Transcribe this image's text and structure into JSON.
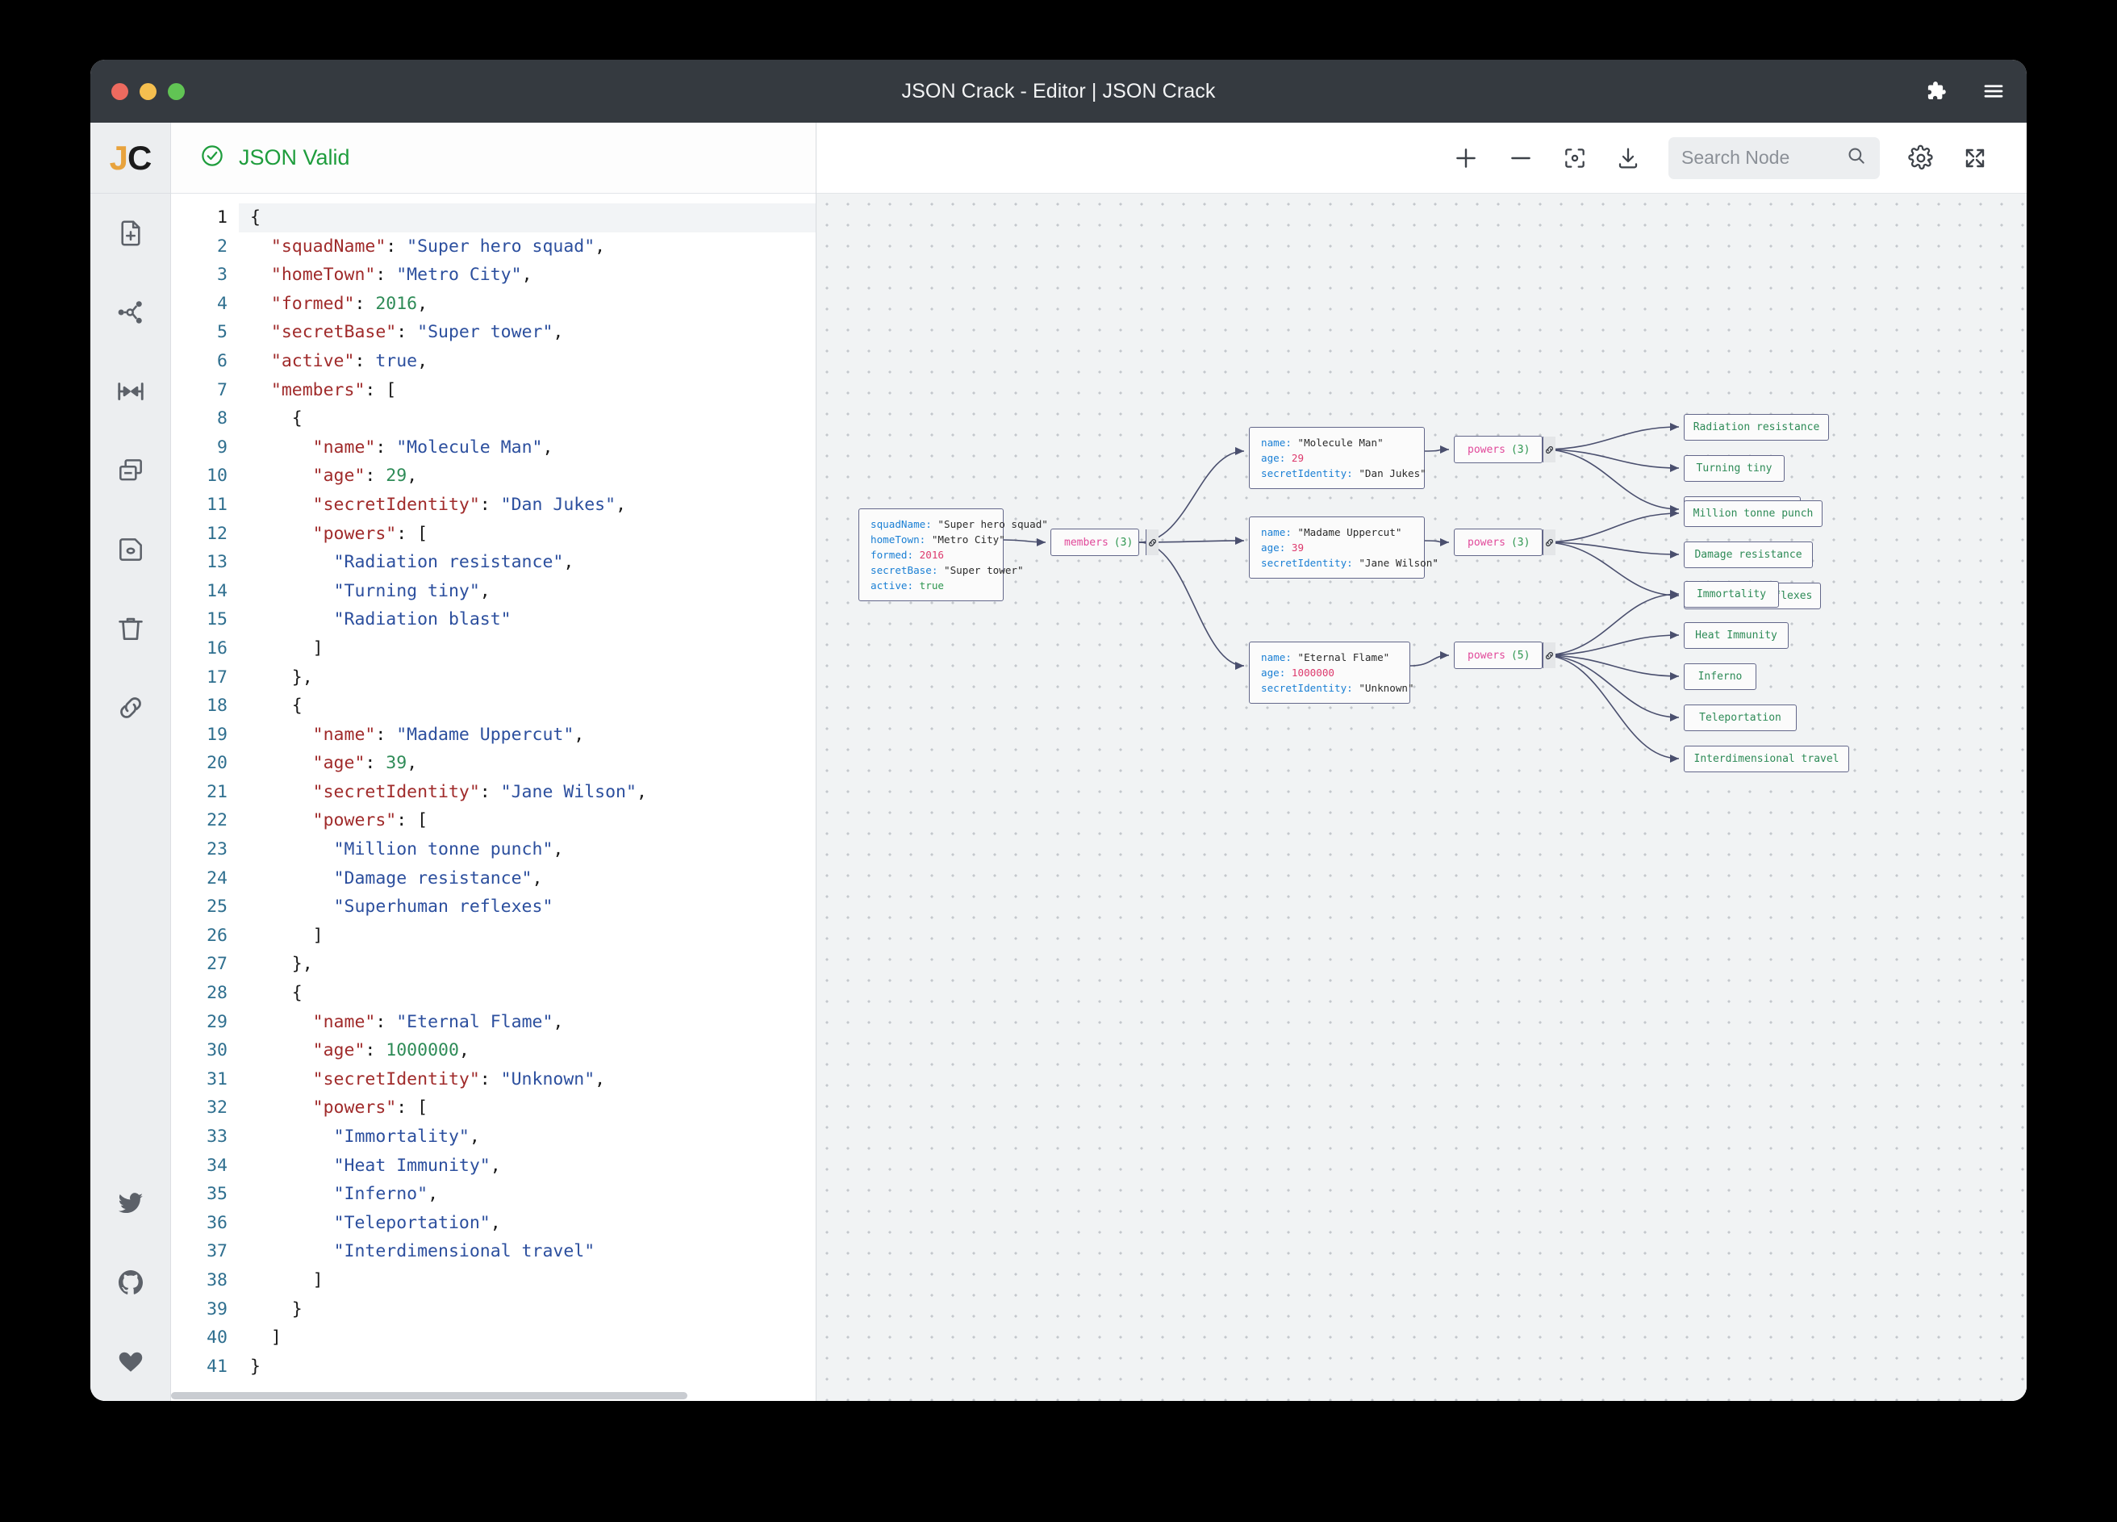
{
  "window": {
    "title": "JSON Crack - Editor | JSON Crack",
    "traffic": [
      "close",
      "minimize",
      "maximize"
    ],
    "right_icons": [
      "puzzle-icon",
      "hamburger-menu-icon"
    ]
  },
  "rail": {
    "logo": {
      "first": "J",
      "second": "C"
    },
    "items": [
      {
        "name": "new-file-icon",
        "label": "New File"
      },
      {
        "name": "share-graph-icon",
        "label": "Share"
      },
      {
        "name": "collapse-horizontal-icon",
        "label": "Collapse"
      },
      {
        "name": "clone-window-icon",
        "label": "Clone"
      },
      {
        "name": "save-disk-icon",
        "label": "Save"
      },
      {
        "name": "trash-icon",
        "label": "Delete"
      },
      {
        "name": "link-icon",
        "label": "Link"
      }
    ],
    "social": [
      {
        "name": "twitter-icon",
        "label": "Twitter"
      },
      {
        "name": "github-icon",
        "label": "GitHub"
      },
      {
        "name": "heart-icon",
        "label": "Sponsor"
      }
    ]
  },
  "editor": {
    "status": "JSON Valid",
    "status_icon": "check-circle-icon",
    "status_color": "#1f9d3d",
    "line_count": 41,
    "active_line": 1,
    "lines": [
      {
        "n": 1,
        "tokens": [
          {
            "t": "p",
            "v": "{"
          }
        ]
      },
      {
        "n": 2,
        "tokens": [
          {
            "t": "p",
            "v": "  "
          },
          {
            "t": "k",
            "v": "\"squadName\""
          },
          {
            "t": "p",
            "v": ": "
          },
          {
            "t": "s",
            "v": "\"Super hero squad\""
          },
          {
            "t": "p",
            "v": ","
          }
        ]
      },
      {
        "n": 3,
        "tokens": [
          {
            "t": "p",
            "v": "  "
          },
          {
            "t": "k",
            "v": "\"homeTown\""
          },
          {
            "t": "p",
            "v": ": "
          },
          {
            "t": "s",
            "v": "\"Metro City\""
          },
          {
            "t": "p",
            "v": ","
          }
        ]
      },
      {
        "n": 4,
        "tokens": [
          {
            "t": "p",
            "v": "  "
          },
          {
            "t": "k",
            "v": "\"formed\""
          },
          {
            "t": "p",
            "v": ": "
          },
          {
            "t": "n",
            "v": "2016"
          },
          {
            "t": "p",
            "v": ","
          }
        ]
      },
      {
        "n": 5,
        "tokens": [
          {
            "t": "p",
            "v": "  "
          },
          {
            "t": "k",
            "v": "\"secretBase\""
          },
          {
            "t": "p",
            "v": ": "
          },
          {
            "t": "s",
            "v": "\"Super tower\""
          },
          {
            "t": "p",
            "v": ","
          }
        ]
      },
      {
        "n": 6,
        "tokens": [
          {
            "t": "p",
            "v": "  "
          },
          {
            "t": "k",
            "v": "\"active\""
          },
          {
            "t": "p",
            "v": ": "
          },
          {
            "t": "b",
            "v": "true"
          },
          {
            "t": "p",
            "v": ","
          }
        ]
      },
      {
        "n": 7,
        "tokens": [
          {
            "t": "p",
            "v": "  "
          },
          {
            "t": "k",
            "v": "\"members\""
          },
          {
            "t": "p",
            "v": ": ["
          }
        ]
      },
      {
        "n": 8,
        "tokens": [
          {
            "t": "p",
            "v": "    {"
          }
        ]
      },
      {
        "n": 9,
        "tokens": [
          {
            "t": "p",
            "v": "      "
          },
          {
            "t": "k",
            "v": "\"name\""
          },
          {
            "t": "p",
            "v": ": "
          },
          {
            "t": "s",
            "v": "\"Molecule Man\""
          },
          {
            "t": "p",
            "v": ","
          }
        ]
      },
      {
        "n": 10,
        "tokens": [
          {
            "t": "p",
            "v": "      "
          },
          {
            "t": "k",
            "v": "\"age\""
          },
          {
            "t": "p",
            "v": ": "
          },
          {
            "t": "n",
            "v": "29"
          },
          {
            "t": "p",
            "v": ","
          }
        ]
      },
      {
        "n": 11,
        "tokens": [
          {
            "t": "p",
            "v": "      "
          },
          {
            "t": "k",
            "v": "\"secretIdentity\""
          },
          {
            "t": "p",
            "v": ": "
          },
          {
            "t": "s",
            "v": "\"Dan Jukes\""
          },
          {
            "t": "p",
            "v": ","
          }
        ]
      },
      {
        "n": 12,
        "tokens": [
          {
            "t": "p",
            "v": "      "
          },
          {
            "t": "k",
            "v": "\"powers\""
          },
          {
            "t": "p",
            "v": ": ["
          }
        ]
      },
      {
        "n": 13,
        "tokens": [
          {
            "t": "p",
            "v": "        "
          },
          {
            "t": "s",
            "v": "\"Radiation resistance\""
          },
          {
            "t": "p",
            "v": ","
          }
        ]
      },
      {
        "n": 14,
        "tokens": [
          {
            "t": "p",
            "v": "        "
          },
          {
            "t": "s",
            "v": "\"Turning tiny\""
          },
          {
            "t": "p",
            "v": ","
          }
        ]
      },
      {
        "n": 15,
        "tokens": [
          {
            "t": "p",
            "v": "        "
          },
          {
            "t": "s",
            "v": "\"Radiation blast\""
          }
        ]
      },
      {
        "n": 16,
        "tokens": [
          {
            "t": "p",
            "v": "      ]"
          }
        ]
      },
      {
        "n": 17,
        "tokens": [
          {
            "t": "p",
            "v": "    },"
          }
        ]
      },
      {
        "n": 18,
        "tokens": [
          {
            "t": "p",
            "v": "    {"
          }
        ]
      },
      {
        "n": 19,
        "tokens": [
          {
            "t": "p",
            "v": "      "
          },
          {
            "t": "k",
            "v": "\"name\""
          },
          {
            "t": "p",
            "v": ": "
          },
          {
            "t": "s",
            "v": "\"Madame Uppercut\""
          },
          {
            "t": "p",
            "v": ","
          }
        ]
      },
      {
        "n": 20,
        "tokens": [
          {
            "t": "p",
            "v": "      "
          },
          {
            "t": "k",
            "v": "\"age\""
          },
          {
            "t": "p",
            "v": ": "
          },
          {
            "t": "n",
            "v": "39"
          },
          {
            "t": "p",
            "v": ","
          }
        ]
      },
      {
        "n": 21,
        "tokens": [
          {
            "t": "p",
            "v": "      "
          },
          {
            "t": "k",
            "v": "\"secretIdentity\""
          },
          {
            "t": "p",
            "v": ": "
          },
          {
            "t": "s",
            "v": "\"Jane Wilson\""
          },
          {
            "t": "p",
            "v": ","
          }
        ]
      },
      {
        "n": 22,
        "tokens": [
          {
            "t": "p",
            "v": "      "
          },
          {
            "t": "k",
            "v": "\"powers\""
          },
          {
            "t": "p",
            "v": ": ["
          }
        ]
      },
      {
        "n": 23,
        "tokens": [
          {
            "t": "p",
            "v": "        "
          },
          {
            "t": "s",
            "v": "\"Million tonne punch\""
          },
          {
            "t": "p",
            "v": ","
          }
        ]
      },
      {
        "n": 24,
        "tokens": [
          {
            "t": "p",
            "v": "        "
          },
          {
            "t": "s",
            "v": "\"Damage resistance\""
          },
          {
            "t": "p",
            "v": ","
          }
        ]
      },
      {
        "n": 25,
        "tokens": [
          {
            "t": "p",
            "v": "        "
          },
          {
            "t": "s",
            "v": "\"Superhuman reflexes\""
          }
        ]
      },
      {
        "n": 26,
        "tokens": [
          {
            "t": "p",
            "v": "      ]"
          }
        ]
      },
      {
        "n": 27,
        "tokens": [
          {
            "t": "p",
            "v": "    },"
          }
        ]
      },
      {
        "n": 28,
        "tokens": [
          {
            "t": "p",
            "v": "    {"
          }
        ]
      },
      {
        "n": 29,
        "tokens": [
          {
            "t": "p",
            "v": "      "
          },
          {
            "t": "k",
            "v": "\"name\""
          },
          {
            "t": "p",
            "v": ": "
          },
          {
            "t": "s",
            "v": "\"Eternal Flame\""
          },
          {
            "t": "p",
            "v": ","
          }
        ]
      },
      {
        "n": 30,
        "tokens": [
          {
            "t": "p",
            "v": "      "
          },
          {
            "t": "k",
            "v": "\"age\""
          },
          {
            "t": "p",
            "v": ": "
          },
          {
            "t": "n",
            "v": "1000000"
          },
          {
            "t": "p",
            "v": ","
          }
        ]
      },
      {
        "n": 31,
        "tokens": [
          {
            "t": "p",
            "v": "      "
          },
          {
            "t": "k",
            "v": "\"secretIdentity\""
          },
          {
            "t": "p",
            "v": ": "
          },
          {
            "t": "s",
            "v": "\"Unknown\""
          },
          {
            "t": "p",
            "v": ","
          }
        ]
      },
      {
        "n": 32,
        "tokens": [
          {
            "t": "p",
            "v": "      "
          },
          {
            "t": "k",
            "v": "\"powers\""
          },
          {
            "t": "p",
            "v": ": ["
          }
        ]
      },
      {
        "n": 33,
        "tokens": [
          {
            "t": "p",
            "v": "        "
          },
          {
            "t": "s",
            "v": "\"Immortality\""
          },
          {
            "t": "p",
            "v": ","
          }
        ]
      },
      {
        "n": 34,
        "tokens": [
          {
            "t": "p",
            "v": "        "
          },
          {
            "t": "s",
            "v": "\"Heat Immunity\""
          },
          {
            "t": "p",
            "v": ","
          }
        ]
      },
      {
        "n": 35,
        "tokens": [
          {
            "t": "p",
            "v": "        "
          },
          {
            "t": "s",
            "v": "\"Inferno\""
          },
          {
            "t": "p",
            "v": ","
          }
        ]
      },
      {
        "n": 36,
        "tokens": [
          {
            "t": "p",
            "v": "        "
          },
          {
            "t": "s",
            "v": "\"Teleportation\""
          },
          {
            "t": "p",
            "v": ","
          }
        ]
      },
      {
        "n": 37,
        "tokens": [
          {
            "t": "p",
            "v": "        "
          },
          {
            "t": "s",
            "v": "\"Interdimensional travel\""
          }
        ]
      },
      {
        "n": 38,
        "tokens": [
          {
            "t": "p",
            "v": "      ]"
          }
        ]
      },
      {
        "n": 39,
        "tokens": [
          {
            "t": "p",
            "v": "    }"
          }
        ]
      },
      {
        "n": 40,
        "tokens": [
          {
            "t": "p",
            "v": "  ]"
          }
        ]
      },
      {
        "n": 41,
        "tokens": [
          {
            "t": "p",
            "v": "}"
          }
        ]
      }
    ]
  },
  "toolbar": {
    "zoom_in": "zoom-in-icon",
    "zoom_out": "zoom-out-icon",
    "center": "center-view-icon",
    "download": "download-icon",
    "search_placeholder": "Search Node",
    "search_value": "",
    "search_icon": "search-icon",
    "settings": "gear-icon",
    "fullscreen": "fullscreen-icon"
  },
  "graph": {
    "root": {
      "id": "root",
      "rows": [
        {
          "key": "squadName",
          "value": "\"Super hero squad\"",
          "type": "str"
        },
        {
          "key": "homeTown",
          "value": "\"Metro City\"",
          "type": "str"
        },
        {
          "key": "formed",
          "value": "2016",
          "type": "num"
        },
        {
          "key": "secretBase",
          "value": "\"Super tower\"",
          "type": "str"
        },
        {
          "key": "active",
          "value": "true",
          "type": "bool"
        }
      ]
    },
    "members_node": {
      "label": "members",
      "count": "(3)",
      "handle_icon": "link-icon"
    },
    "members": [
      {
        "id": "member-0",
        "rows": [
          {
            "key": "name",
            "value": "\"Molecule Man\"",
            "type": "str"
          },
          {
            "key": "age",
            "value": "29",
            "type": "num"
          },
          {
            "key": "secretIdentity",
            "value": "\"Dan Jukes\"",
            "type": "str"
          }
        ],
        "powers_label": "powers",
        "powers_count": "(3)",
        "powers": [
          "Radiation resistance",
          "Turning tiny",
          "Radiation blast"
        ]
      },
      {
        "id": "member-1",
        "rows": [
          {
            "key": "name",
            "value": "\"Madame Uppercut\"",
            "type": "str"
          },
          {
            "key": "age",
            "value": "39",
            "type": "num"
          },
          {
            "key": "secretIdentity",
            "value": "\"Jane Wilson\"",
            "type": "str"
          }
        ],
        "powers_label": "powers",
        "powers_count": "(3)",
        "powers": [
          "Million tonne punch",
          "Damage resistance",
          "Superhuman reflexes"
        ]
      },
      {
        "id": "member-2",
        "rows": [
          {
            "key": "name",
            "value": "\"Eternal Flame\"",
            "type": "str"
          },
          {
            "key": "age",
            "value": "1000000",
            "type": "num"
          },
          {
            "key": "secretIdentity",
            "value": "\"Unknown\"",
            "type": "str"
          }
        ],
        "powers_label": "powers",
        "powers_count": "(5)",
        "powers": [
          "Immortality",
          "Heat Immunity",
          "Inferno",
          "Teleportation",
          "Interdimensional travel"
        ]
      }
    ]
  },
  "colors": {
    "accent": "#e8a33d",
    "valid": "#1f9d3d",
    "node_key": "#1a7fd4",
    "node_num": "#dd3a6d",
    "node_bool": "#2e9650",
    "parent_label": "#e1499a",
    "leaf_text": "#2e8b57",
    "titlebar": "#353a40"
  }
}
